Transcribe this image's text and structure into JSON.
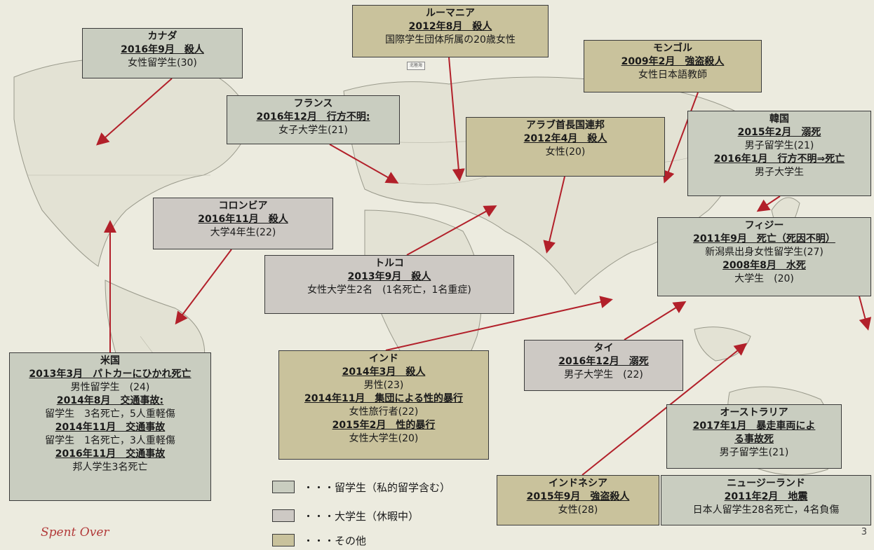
{
  "colors": {
    "student": "#c9cdc0",
    "university": "#cdc9c4",
    "other": "#c9c29c",
    "arrow": "#b2202a"
  },
  "boxes": {
    "canada": {
      "title": "カナダ",
      "lines": [
        "2016年9月　殺人",
        "女性留学生(30)"
      ]
    },
    "romania": {
      "title": "ルーマニア",
      "lines": [
        "2012年8月　殺人",
        "国際学生団体所属の20歳女性"
      ]
    },
    "mongolia": {
      "title": "モンゴル",
      "lines": [
        "2009年2月　強盗殺人",
        "女性日本語教師"
      ]
    },
    "france": {
      "title": "フランス",
      "lines": [
        "2016年12月　行方不明:",
        "女子大学生(21)"
      ]
    },
    "uae": {
      "title": "アラブ首長国連邦",
      "lines": [
        "2012年4月　殺人",
        "女性(20)"
      ]
    },
    "korea": {
      "title": "韓国",
      "lines": [
        "2015年2月　溺死",
        "男子留学生(21)",
        "2016年1月　行方不明⇒死亡",
        "男子大学生"
      ]
    },
    "colombia": {
      "title": "コロンビア",
      "lines": [
        "2016年11月　殺人",
        "大学4年生(22)"
      ]
    },
    "fiji": {
      "title": "フィジー",
      "lines": [
        "2011年9月　死亡（死因不明）",
        "新潟県出身女性留学生(27)",
        "2008年8月　水死",
        "大学生　(20)"
      ]
    },
    "turkey": {
      "title": "トルコ",
      "lines": [
        "2013年9月　殺人",
        "女性大学生2名　(1名死亡，1名重症)"
      ]
    },
    "usa": {
      "title": "米国",
      "lines": [
        "2013年3月　パトカーにひかれ死亡",
        "男性留学生　(24)",
        "2014年8月　交通事故:",
        "留学生　3名死亡，5人重軽傷",
        "2014年11月　交通事故",
        "留学生　1名死亡，3人重軽傷",
        "2016年11月　交通事故",
        "邦人学生3名死亡"
      ]
    },
    "india": {
      "title": "インド",
      "lines": [
        "2014年3月　殺人",
        "男性(23)",
        "2014年11月　集団による性的暴行",
        "女性旅行者(22)",
        "2015年2月　性的暴行",
        "女性大学生(20)"
      ]
    },
    "thailand": {
      "title": "タイ",
      "lines": [
        "2016年12月　溺死",
        "男子大学生　(22)"
      ]
    },
    "australia": {
      "title": "オーストラリア",
      "lines": [
        "2017年1月　暴走車両によ",
        "る事故死",
        "男子留学生(21)"
      ]
    },
    "indonesia": {
      "title": "インドネシア",
      "lines": [
        "2015年9月　強盗殺人",
        "女性(28)"
      ]
    },
    "newzealand": {
      "title": "ニュージーランド",
      "lines": [
        "2011年2月　地震",
        "日本人留学生28名死亡，4名負傷"
      ]
    }
  },
  "legend": [
    {
      "label": "・・・留学生（私的留学含む）",
      "color": "#c9cdc0"
    },
    {
      "label": "・・・大学生（休暇中）",
      "color": "#cdc9c4"
    },
    {
      "label": "・・・その他",
      "color": "#c9c29c"
    }
  ],
  "page_number": "3",
  "handwritten_note": "Spent Over"
}
